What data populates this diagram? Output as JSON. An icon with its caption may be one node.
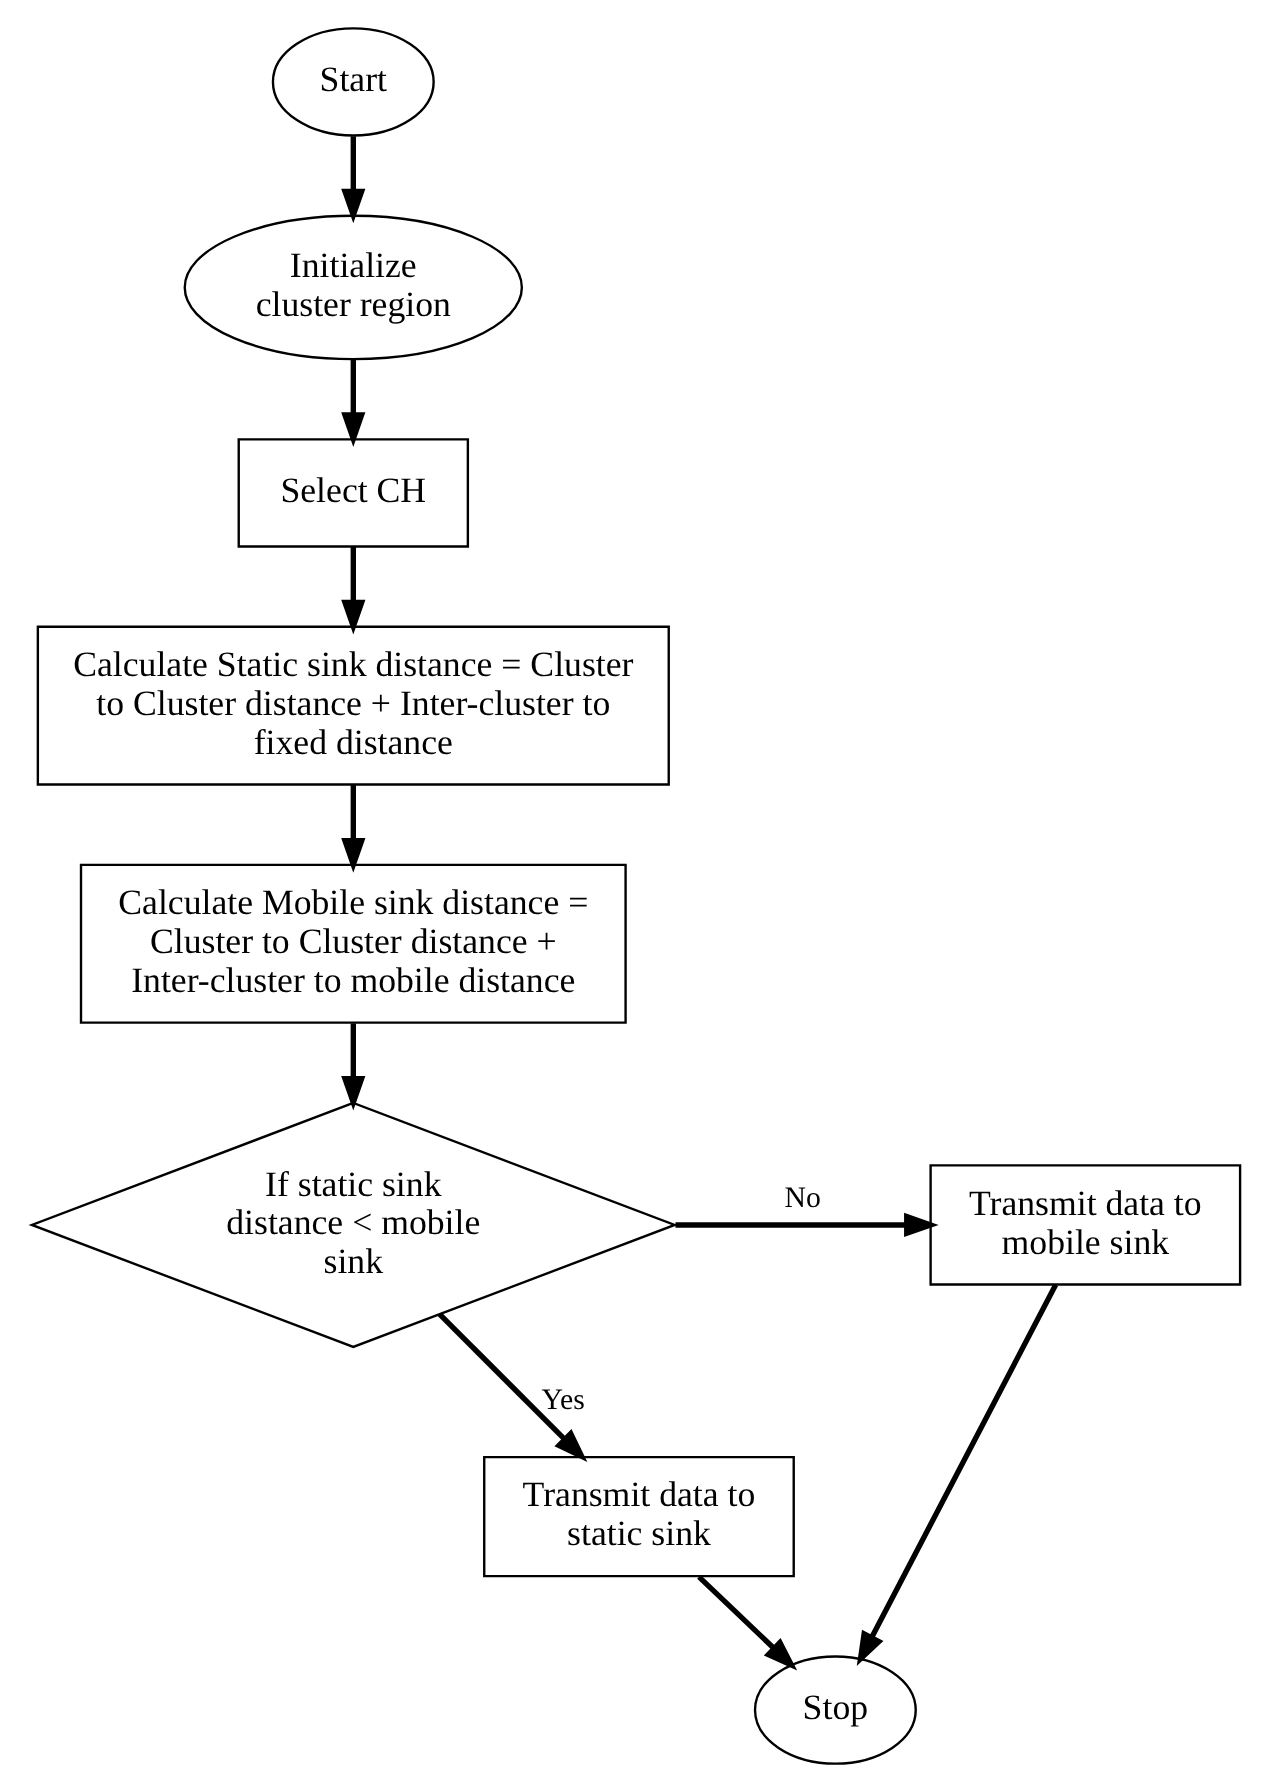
{
  "diagram": {
    "nodes": [
      {
        "text": [
          "Start"
        ]
      },
      {
        "text": [
          "Initialize cluster region"
        ]
      },
      {
        "text": [
          "Select CH"
        ]
      },
      {
        "text": [
          "Calculate Static sink distance = Cluster to Cluster distance + Inter-cluster to fixed distance"
        ]
      },
      {
        "text": [
          "Calculate Mobile sink distance = Cluster to Cluster distance + Inter-cluster to mobile distance"
        ]
      },
      {
        "text": [
          "If static sink distance < mobile sink"
        ]
      },
      {
        "text": [
          "Transmit data to mobile sink"
        ]
      },
      {
        "text": [
          "Transmit data to static sink"
        ]
      },
      {
        "text": [
          "Stop"
        ]
      }
    ],
    "edges": [
      {
        "from": 0,
        "to": 1,
        "arrow": "to"
      },
      {
        "from": 1,
        "to": 2,
        "arrow": "to"
      },
      {
        "from": 2,
        "to": 3,
        "arrow": "to"
      },
      {
        "from": 3,
        "to": 4,
        "arrow": "to"
      },
      {
        "from": 4,
        "to": 5,
        "arrow": "to"
      },
      {
        "from": 5,
        "to": 6,
        "label": "No",
        "arrow": "to"
      },
      {
        "from": 5,
        "to": 7,
        "label": "Yes",
        "arrow": "to"
      },
      {
        "from": 7,
        "to": 8,
        "arrow": "to"
      },
      {
        "from": 6,
        "to": 8,
        "arrow": "to"
      }
    ]
  }
}
